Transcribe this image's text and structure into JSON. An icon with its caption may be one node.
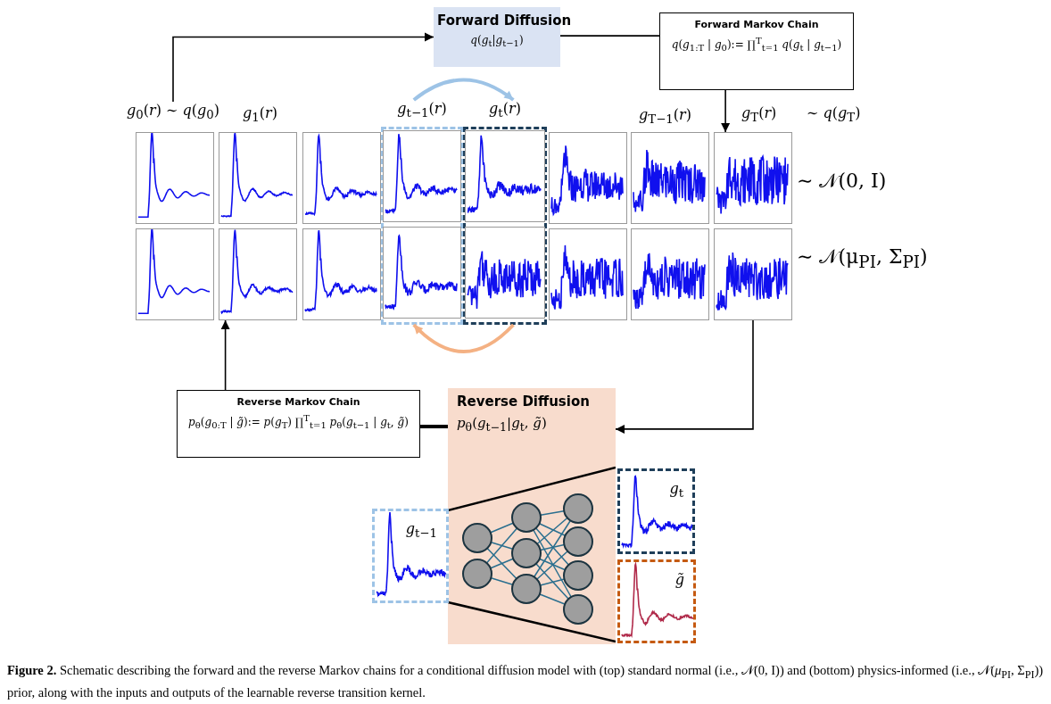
{
  "diagram": {
    "caption": "**Figure 2.** Schematic describing the forward and the reverse Markov chains for a conditional diffusion model with (top) standard normal (i.e., 𝒩(0, I)) and (bottom) physics-informed (i.e., 𝒩(*μ*$_{PI}$, Σ$_{PI}$)) prior, along with the inputs and outputs of the learnable reverse transition kernel.",
    "nodes": [
      {
        "text": [
          "Forward Diffusion",
          "*q*(*g*$_{t}$|*g*$_{t−1}$)"
        ]
      },
      {
        "text": [
          "Forward Markov Chain",
          "*q*(*g*$_{1:T}$ | *g*$_{0}$):= ∏$^{T}$$_{t=1}$ *q*(*g*$_{t}$ | *g*$_{t−1}$)"
        ]
      },
      {
        "text": [
          "*g*$_{0}$(*r*) ∼ *q*(*g*$_{0}$)"
        ]
      },
      {
        "text": [
          "*g*$_{t−1}$(*r*)"
        ]
      },
      {
        "text": [
          "*g*$_{t}$(*r*)"
        ]
      },
      {
        "text": [],
        "shape": "picture"
      },
      {
        "text": [],
        "shape": "picture"
      },
      {
        "text": [],
        "shape": "picture"
      },
      {
        "text": [],
        "shape": "picture",
        "in": 3
      },
      {
        "text": [],
        "shape": "picture",
        "in": 4
      },
      {
        "text": [],
        "shape": "picture"
      },
      {
        "text": [],
        "shape": "picture"
      },
      {
        "text": [],
        "shape": "picture"
      },
      {
        "text": [],
        "shape": "picture"
      },
      {
        "text": [],
        "shape": "picture"
      },
      {
        "text": [],
        "shape": "picture"
      },
      {
        "text": [],
        "shape": "picture",
        "in": 3
      },
      {
        "text": [],
        "shape": "picture",
        "in": 4
      },
      {
        "text": [],
        "shape": "picture"
      },
      {
        "text": [],
        "shape": "picture"
      },
      {
        "text": [],
        "shape": "picture"
      },
      {
        "text": [
          "Reverse Markov Chain",
          "*p*$_{θ}$(*g*$_{0:T}$ | *g̃*):= *p*(*g*$_{T}$) ∏$^{T}$$_{t=1}$ *p*$_{θ}$(*g*$_{t−1}$ | *g*$_{t}$, *g̃*)"
        ]
      },
      {
        "text": [
          "Reverse Diffusion",
          "*p*$_{θ}$(*g*$_{t−1}$|*g*$_{t}$, *g̃*)"
        ]
      },
      {
        "text": [
          "*g*$_{t−1}$"
        ]
      },
      {
        "text": [
          "*g*$_{t}$"
        ]
      },
      {
        "text": [
          "*g̃*"
        ]
      }
    ],
    "edges": [
      {
        "from": 2,
        "to": 0,
        "arrow": "to"
      },
      {
        "from": 0,
        "to": 1,
        "arrow": "none"
      },
      {
        "from": 1,
        "to": 12,
        "arrow": "to"
      },
      {
        "from": 3,
        "to": 4,
        "arrow": "to",
        "style": "thick",
        "color": "#9dc3e6"
      },
      {
        "from": 4,
        "to": 3,
        "arrow": "to",
        "style": "thick",
        "color": "#f4b183"
      },
      {
        "from": 20,
        "to": 22,
        "arrow": "to"
      },
      {
        "from": 22,
        "to": 21,
        "arrow": "none",
        "style": "thick"
      },
      {
        "from": 21,
        "to": 14,
        "arrow": "to"
      }
    ],
    "labels": [
      "*g*$_{1}$(*r*)",
      "*g*$_{T−1}$(*r*)",
      "*g*$_{T}$(*r*)",
      "∼ *q*(*g*$_{T}$)",
      "∼ 𝒩(0, I)",
      "∼ 𝒩(μ$_{PI}$, Σ$_{PI}$)"
    ]
  }
}
